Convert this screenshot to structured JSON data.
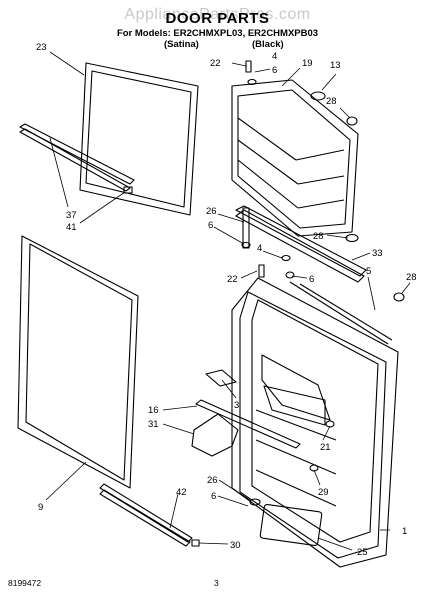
{
  "watermark": "AppliancePartsPros.com",
  "title": "DOOR PARTS",
  "models_line": "For Models: ER2CHMXPL03, ER2CHMXPB03",
  "variants": [
    "(Satina)",
    "(Black)"
  ],
  "footer": {
    "doc_number": "8199472",
    "page_number": "3"
  },
  "callouts": [
    "23",
    "22",
    "4",
    "6",
    "19",
    "13",
    "28",
    "37",
    "41",
    "26",
    "6",
    "4",
    "28",
    "33",
    "5",
    "22",
    "6",
    "28",
    "3",
    "16",
    "31",
    "21",
    "29",
    "26",
    "6",
    "42",
    "9",
    "30",
    "1",
    "25"
  ]
}
